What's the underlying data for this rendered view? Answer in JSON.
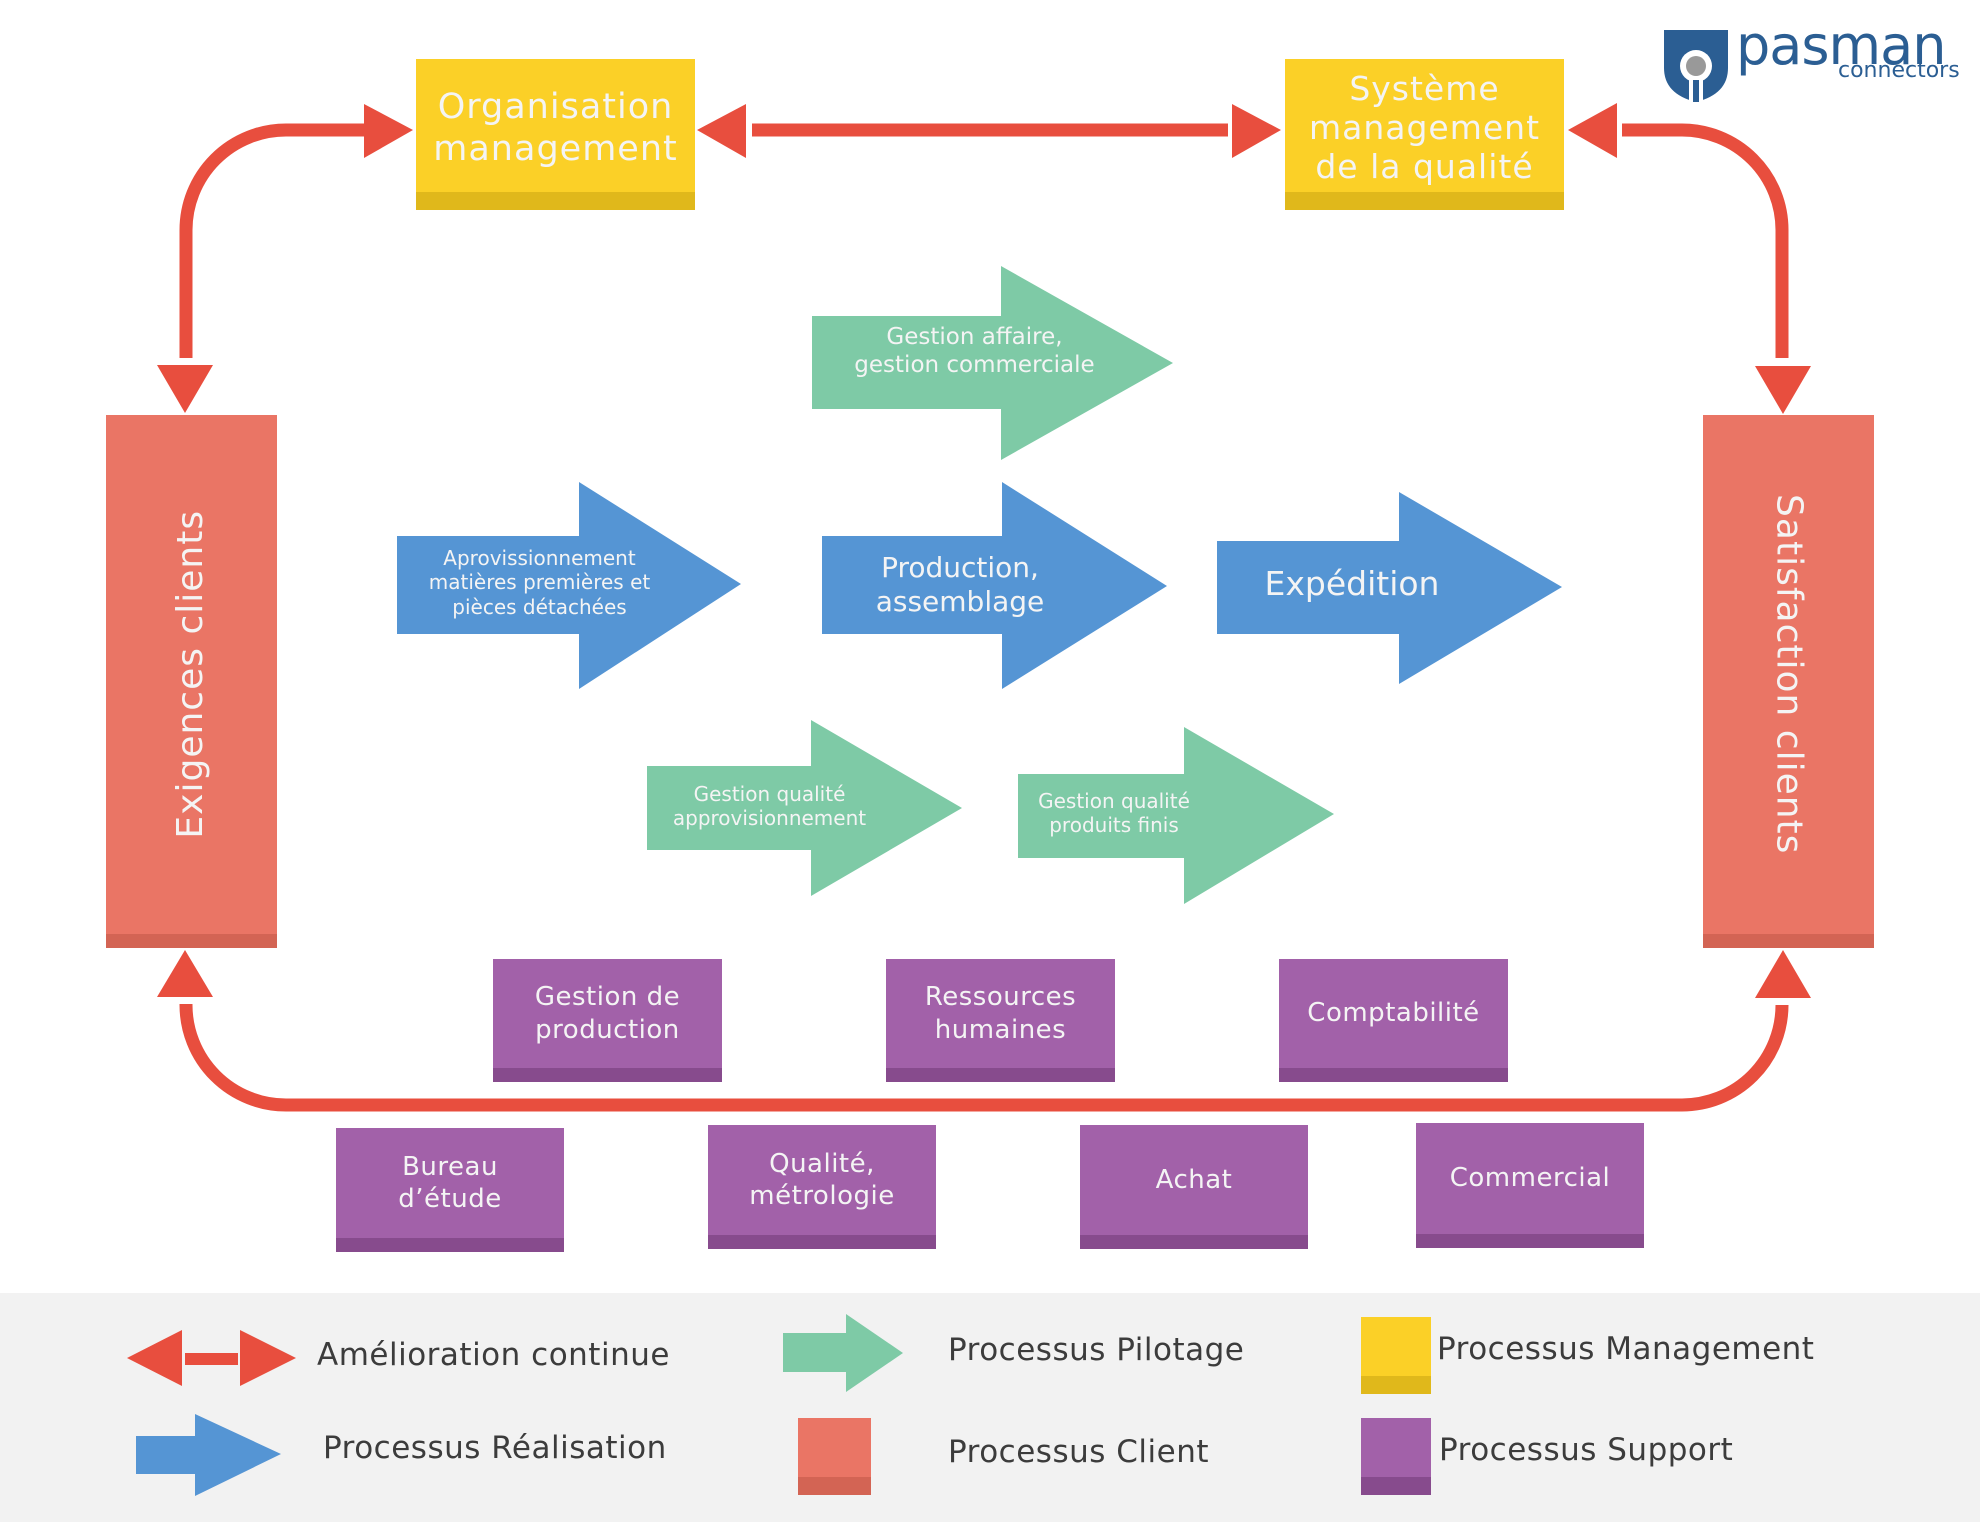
{
  "logo": {
    "brand": "pasman",
    "tagline": "connectors",
    "icon": "shield-keyhole-icon",
    "color": "#2b5e93"
  },
  "colors": {
    "continuous_improvement": "#e84e3e",
    "realisation": "#5595d4",
    "pilotage": "#7ecaa6",
    "management": "#fbd027",
    "management_shade": "#e0b81b",
    "client": "#ea7565",
    "client_shade": "#d36454",
    "support": "#a261a9",
    "support_shade": "#874b8d",
    "legend_bg": "#f2f2f2"
  },
  "management": {
    "organisation": "Organisation\nmanagement",
    "quality_system": "Système\nmanagement\nde la qualité"
  },
  "client": {
    "requirements": "Exigences clients",
    "satisfaction": "Satisfaction clients"
  },
  "pilotage": {
    "business": "Gestion affaire,\ngestion commerciale",
    "quality_supply": "Gestion qualité\napprovisionnement",
    "quality_finished": "Gestion qualité\nproduits finis"
  },
  "realisation": {
    "supply": "Aprovissionnement\nmatières premières et\npièces détachées",
    "production": "Production,\nassemblage",
    "shipping": "Expédition"
  },
  "support": {
    "row1": [
      "Gestion de\nproduction",
      "Ressources\nhumaines",
      "Comptabilité"
    ],
    "row2": [
      "Bureau\nd’étude",
      "Qualité,\nmétrologie",
      "Achat",
      "Commercial"
    ]
  },
  "legend": {
    "continuous_improvement": "Amélioration continue",
    "realisation": "Processus Réalisation",
    "pilotage": "Processus Pilotage",
    "client": "Processus Client",
    "management": "Processus Management",
    "support": "Processus Support"
  }
}
